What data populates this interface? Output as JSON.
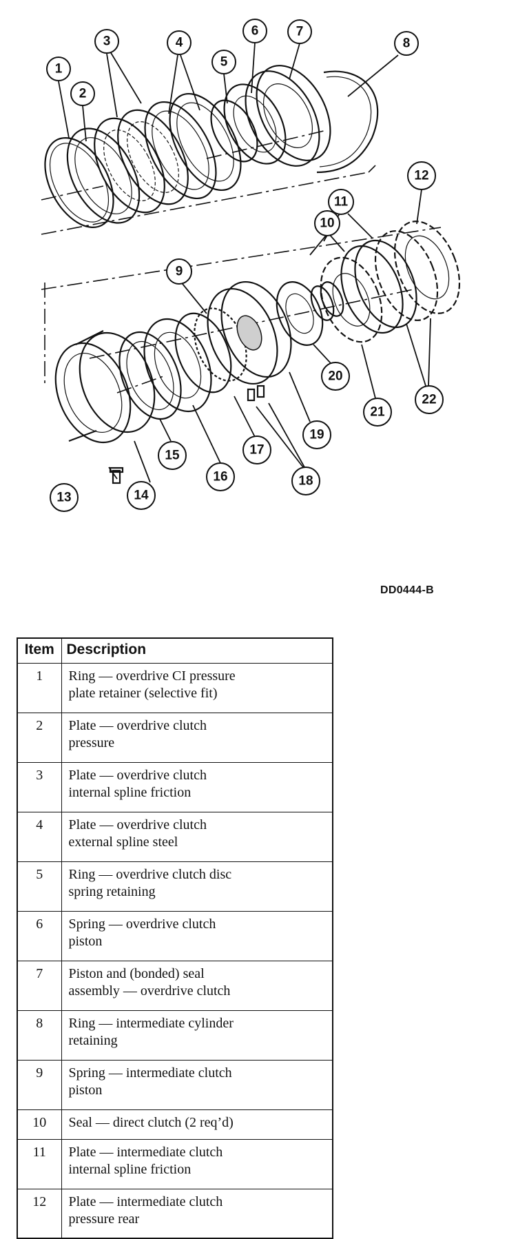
{
  "figure": {
    "code": "DD0444-B",
    "callouts": [
      "1",
      "2",
      "3",
      "4",
      "5",
      "6",
      "7",
      "8",
      "9",
      "10",
      "11",
      "12",
      "13",
      "14",
      "15",
      "16",
      "17",
      "18",
      "19",
      "20",
      "21",
      "22"
    ]
  },
  "table": {
    "headers": {
      "item": "Item",
      "description": "Description"
    },
    "rows": [
      {
        "item": "1",
        "description_lines": [
          "Ring — overdrive CI pressure",
          "plate retainer (selective fit)"
        ]
      },
      {
        "item": "2",
        "description_lines": [
          "Plate — overdrive clutch",
          "pressure"
        ]
      },
      {
        "item": "3",
        "description_lines": [
          "Plate — overdrive clutch",
          "internal spline friction"
        ]
      },
      {
        "item": "4",
        "description_lines": [
          "Plate — overdrive clutch",
          "external spline steel"
        ]
      },
      {
        "item": "5",
        "description_lines": [
          "Ring — overdrive clutch disc",
          "spring retaining"
        ]
      },
      {
        "item": "6",
        "description_lines": [
          "Spring — overdrive clutch",
          "piston"
        ]
      },
      {
        "item": "7",
        "description_lines": [
          "Piston and (bonded) seal",
          "assembly — overdrive clutch"
        ]
      },
      {
        "item": "8",
        "description_lines": [
          "Ring — intermediate cylinder",
          "retaining"
        ]
      },
      {
        "item": "9",
        "description_lines": [
          "Spring — intermediate clutch",
          "piston"
        ]
      },
      {
        "item": "10",
        "description_lines": [
          "Seal — direct clutch (2 req’d)"
        ]
      },
      {
        "item": "11",
        "description_lines": [
          "Plate — intermediate clutch",
          "internal spline friction"
        ]
      },
      {
        "item": "12",
        "description_lines": [
          "Plate — intermediate clutch",
          "pressure rear"
        ]
      }
    ]
  }
}
